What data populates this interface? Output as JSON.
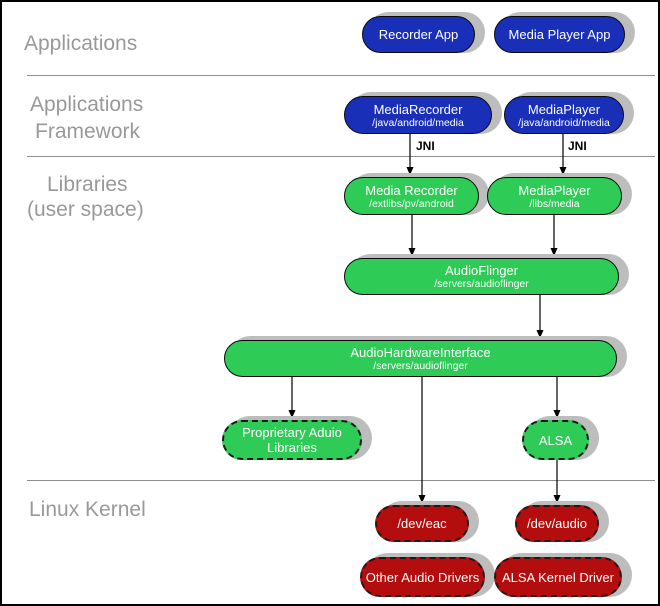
{
  "layer_labels": {
    "applications": "Applications",
    "framework": [
      "Applications",
      "Framework"
    ],
    "libraries": [
      "Libraries",
      "(user space)"
    ],
    "kernel": "Linux Kernel"
  },
  "nodes": {
    "recorder_app": {
      "title": "Recorder App"
    },
    "media_player_app": {
      "title": "Media Player App"
    },
    "media_recorder_java": {
      "title": "MediaRecorder",
      "subtitle": "/java/android/media"
    },
    "media_player_java": {
      "title": "MediaPlayer",
      "subtitle": "/java/android/media"
    },
    "media_recorder_native": {
      "title": "Media Recorder",
      "subtitle": "/extlibs/pv/android"
    },
    "media_player_native": {
      "title": "MediaPlayer",
      "subtitle": "/libs/media"
    },
    "audioflinger": {
      "title": "AudioFlinger",
      "subtitle": "/servers/audioflinger"
    },
    "audio_hardware_interface": {
      "title": "AudioHardwareInterface",
      "subtitle": "/servers/audioflinger"
    },
    "proprietary_audio_libraries": {
      "title": "Proprietary Aduio",
      "subtitle": "Libraries"
    },
    "alsa": {
      "title": "ALSA"
    },
    "dev_eac": {
      "title": "/dev/eac"
    },
    "dev_audio": {
      "title": "/dev/audio"
    },
    "other_audio_drivers": {
      "title": "Other Audio Drivers"
    },
    "alsa_kernel_driver": {
      "title": "ALSA Kernel Driver"
    }
  },
  "annotations": {
    "jni_left": "JNI",
    "jni_right": "JNI"
  },
  "colors": {
    "app_blue": "#1a2fb8",
    "lib_green": "#2ecb57",
    "kernel_red": "#b30d0d",
    "label_gray": "#999999",
    "shadow_gray": "#bdbdbd",
    "line_color": "#000000"
  }
}
